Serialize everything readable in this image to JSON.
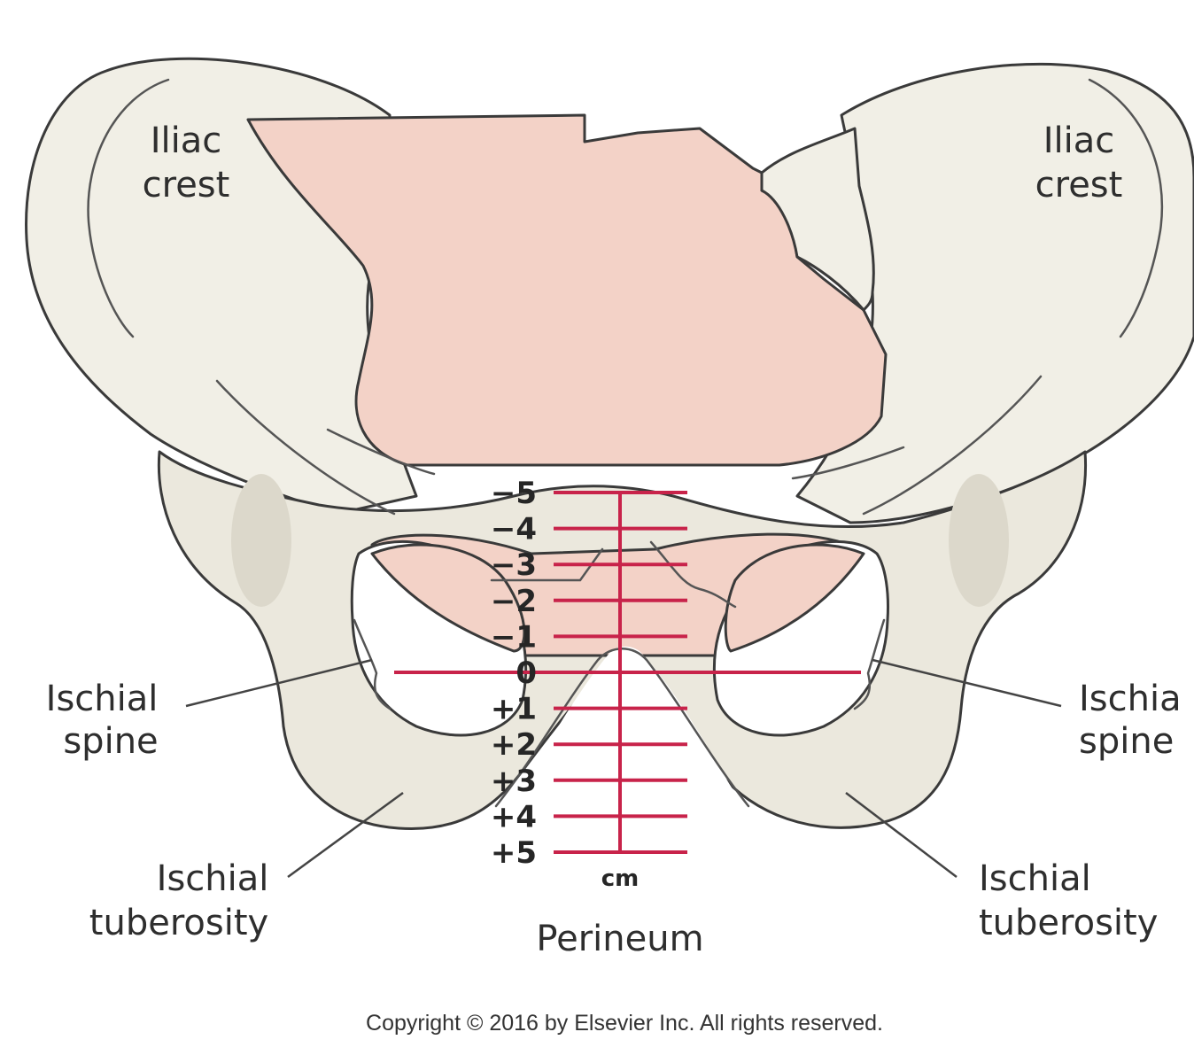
{
  "labels": {
    "iliac_crest_left": [
      "Iliac",
      "crest"
    ],
    "iliac_crest_right": [
      "Iliac",
      "crest"
    ],
    "ischial_spine_left": [
      "Ischial",
      "spine"
    ],
    "ischial_spine_right": [
      "Ischia",
      "spine"
    ],
    "ischial_tuberosity_left": [
      "Ischial",
      "tuberosity"
    ],
    "ischial_tuberosity_right": [
      "Ischial",
      "tuberosity"
    ],
    "perineum": "Perineum",
    "unit": "cm"
  },
  "stations": [
    "−5",
    "−4",
    "−3",
    "−2",
    "−1",
    "0",
    "+1",
    "+2",
    "+3",
    "+4",
    "+5"
  ],
  "copyright": "Copyright © 2016 by Elsevier Inc. All rights reserved.",
  "colors": {
    "station_lines": "#c8234a",
    "fetal_head": "#f3d2c7",
    "bone": "#f1efe6"
  }
}
